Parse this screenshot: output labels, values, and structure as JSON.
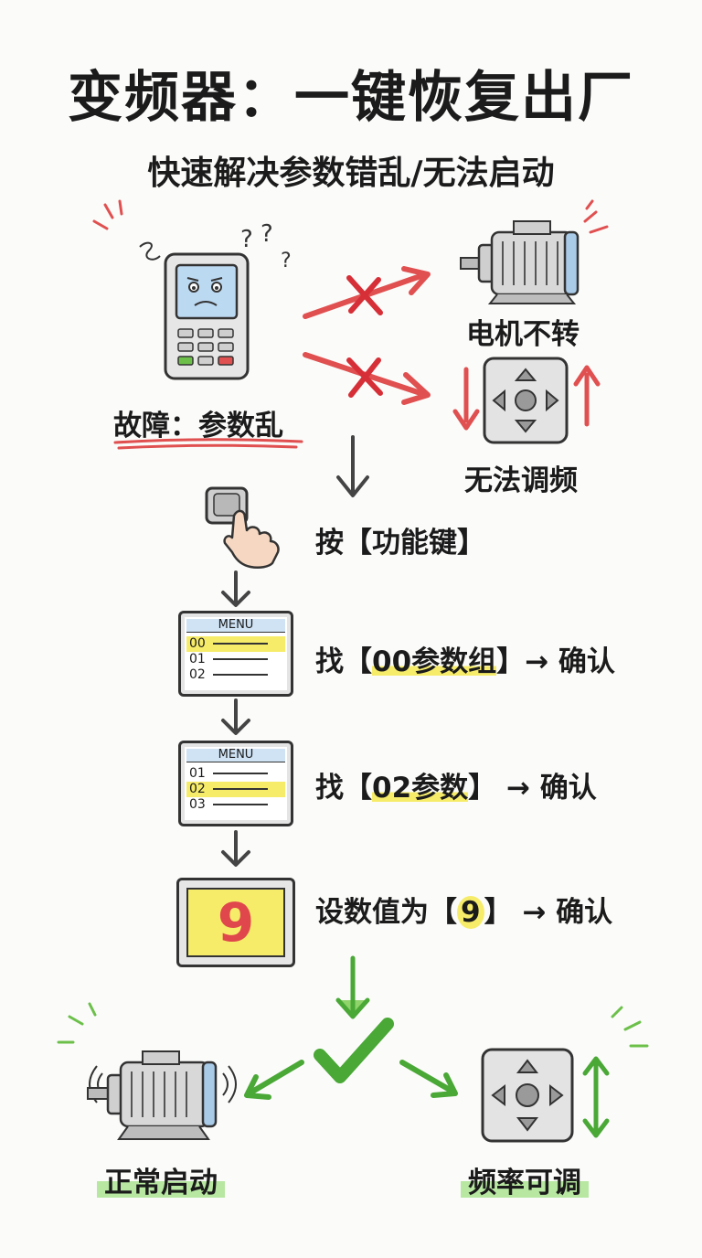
{
  "title": "变频器：一键恢复出厂",
  "subtitle": "快速解决参数错乱/无法启动",
  "fault": {
    "label": "故障：参数乱",
    "effects": [
      "电机不转",
      "无法调频"
    ]
  },
  "steps": [
    {
      "text": "按【功能键】"
    },
    {
      "prefix": "找【",
      "highlight": "00参数组",
      "suffix": "】→ 确认",
      "screen": {
        "title": "MENU",
        "rows": [
          "00",
          "01",
          "02"
        ],
        "selected": "00"
      }
    },
    {
      "prefix": "找【",
      "highlight": "02参数",
      "suffix": "】 → 确认",
      "screen": {
        "title": "MENU",
        "rows": [
          "01",
          "02",
          "03"
        ],
        "selected": "02"
      }
    },
    {
      "prefix": "设数值为【",
      "highlight": "9",
      "suffix": "】 → 确认",
      "display": "9"
    }
  ],
  "results": [
    "正常启动",
    "频率可调"
  ],
  "colors": {
    "fail": "#e0474c",
    "success": "#6cc04a",
    "highlight": "#f6ec6a",
    "arrow": "#4a4a4a"
  }
}
